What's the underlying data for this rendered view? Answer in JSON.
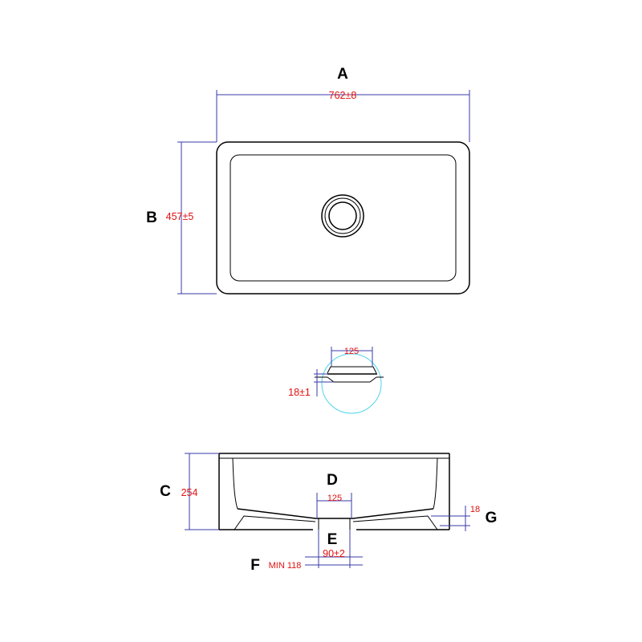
{
  "letters": {
    "a": "A",
    "b": "B",
    "c": "C",
    "d": "D",
    "e": "E",
    "f": "F",
    "g": "G"
  },
  "dimensions": {
    "width": "762±8",
    "depth": "457±5",
    "drain_detail_width": "125",
    "drain_detail_height": "18±1",
    "height": "254",
    "drain_width": "125",
    "drain_outlet": "90±2",
    "min_clearance": "MIN 118",
    "side_offset": "18"
  },
  "colors": {
    "outline": "#000000",
    "dimension_line": "#3a3aa8",
    "dimension_text": "#e01010",
    "detail_circle": "#4fd4ec"
  }
}
